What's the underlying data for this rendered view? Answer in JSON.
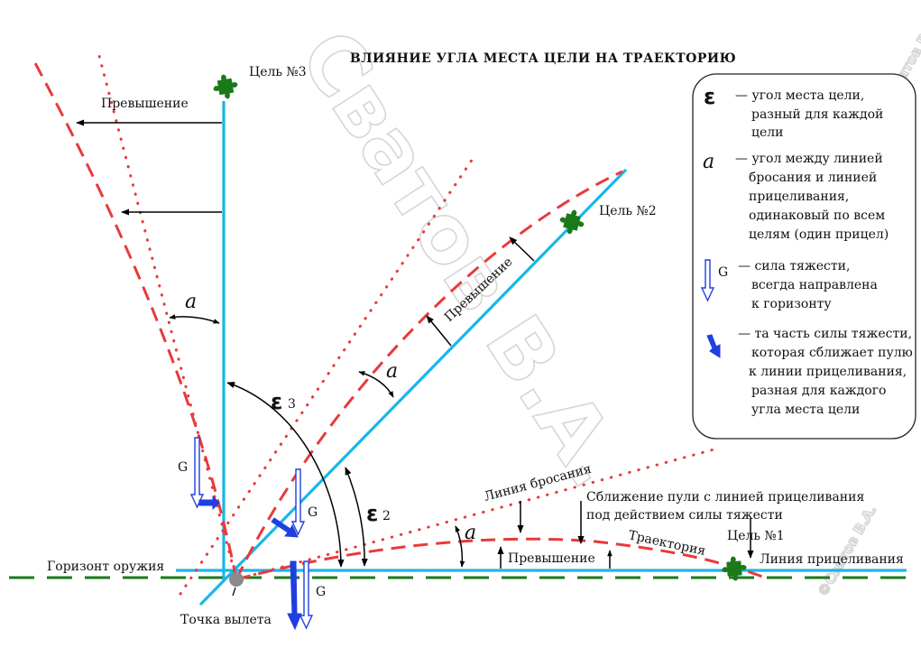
{
  "title": "ВЛИЯНИЕ УГЛА МЕСТА ЦЕЛИ НА ТРАЕКТОРИЮ",
  "labels": {
    "target3": "Цель №3",
    "target2": "Цель №2",
    "target1": "Цель №1",
    "excess": "Превышение",
    "weapon_horizon": "Горизонт оружия",
    "departure_point": "Точка вылета",
    "line_of_aim": "Линия прицеливания",
    "line_of_departure": "Линия бросания",
    "trajectory": "Траектория",
    "convergence_line1": "Сближение пули с линией прицеливания",
    "convergence_line2": "под действием силы тяжести",
    "epsilon": "ε",
    "eps_sub3": "3",
    "eps_sub2": "2",
    "alpha": "a",
    "g": "G"
  },
  "legend": {
    "items": [
      {
        "symbol": "ε",
        "lines": [
          "— угол места цели,",
          "разный для каждой",
          "цели"
        ]
      },
      {
        "symbol": "a",
        "lines": [
          "— угол между линией",
          "бросания и линией",
          "прицеливания,",
          "одинаковый по всем",
          "целям (один прицел)"
        ]
      },
      {
        "symbol": "G",
        "lines": [
          "— сила тяжести,",
          "всегда направлена",
          "к горизонту"
        ]
      },
      {
        "symbol": "",
        "lines": [
          "— та часть силы тяжести,",
          "которая сближает пулю",
          "к линии прицеливания,",
          "разная для каждого",
          "угла места цели"
        ]
      }
    ]
  },
  "watermark": {
    "big": "Сватов В.А.",
    "small1": "©Сватов В.А.",
    "small2": "©Сватов В.А."
  },
  "colors": {
    "aim_line": "#19b6ea",
    "departure_line": "#e83a3a",
    "horizon": "#1a7a1a",
    "target": "#1a7a1a",
    "gravity_part": "#1f3fe0",
    "gravity": "#1f3fe0"
  },
  "icons": {
    "target": "puzzle-piece-icon",
    "departure": "circle-dot-icon"
  }
}
